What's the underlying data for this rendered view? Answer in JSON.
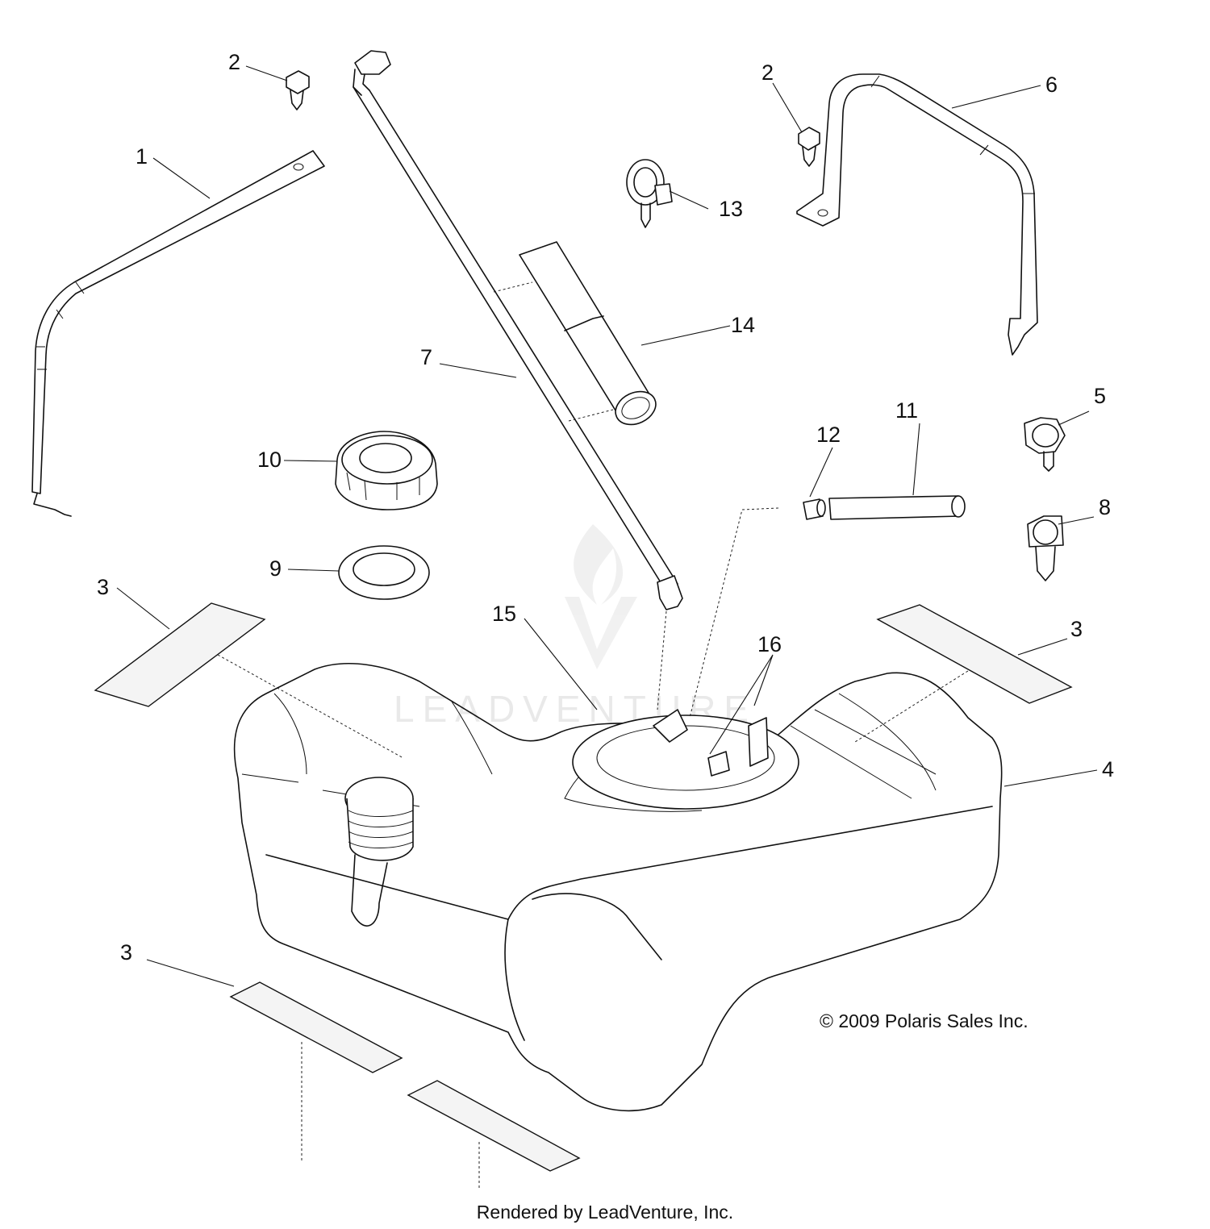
{
  "callouts": [
    {
      "id": "c1",
      "label": "1"
    },
    {
      "id": "c2a",
      "label": "2"
    },
    {
      "id": "c2b",
      "label": "2"
    },
    {
      "id": "c3a",
      "label": "3"
    },
    {
      "id": "c3b",
      "label": "3"
    },
    {
      "id": "c3c",
      "label": "3"
    },
    {
      "id": "c4",
      "label": "4"
    },
    {
      "id": "c5",
      "label": "5"
    },
    {
      "id": "c6",
      "label": "6"
    },
    {
      "id": "c7",
      "label": "7"
    },
    {
      "id": "c8",
      "label": "8"
    },
    {
      "id": "c9",
      "label": "9"
    },
    {
      "id": "c10",
      "label": "10"
    },
    {
      "id": "c11",
      "label": "11"
    },
    {
      "id": "c12",
      "label": "12"
    },
    {
      "id": "c13",
      "label": "13"
    },
    {
      "id": "c14",
      "label": "14"
    },
    {
      "id": "c15",
      "label": "15"
    },
    {
      "id": "c16",
      "label": "16"
    }
  ],
  "watermark": "LEADVENTURE",
  "copyright": "© 2009 Polaris Sales Inc.",
  "rendered_by": "Rendered by LeadVenture, Inc."
}
